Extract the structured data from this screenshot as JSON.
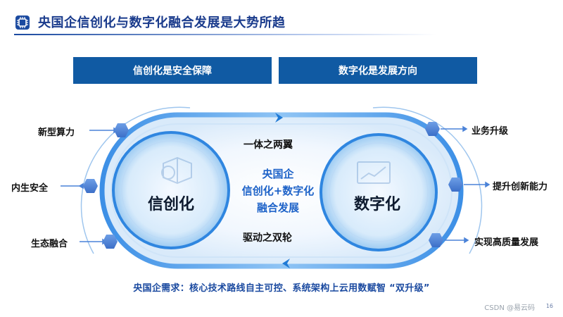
{
  "title": "央国企信创化与数字化融合发展是大势所趋",
  "header": {
    "left": "信创化是安全保障",
    "right": "数字化是发展方向"
  },
  "left_items": [
    "新型算力",
    "内生安全",
    "生态融合"
  ],
  "right_items": [
    "业务升级",
    "提升创新能力",
    "实现高质量发展"
  ],
  "left_circle": "信创化",
  "right_circle": "数字化",
  "top_middle": "一体之两翼",
  "bottom_middle": "驱动之双轮",
  "center": {
    "line1": "央国企",
    "line2": "信创化+数字化",
    "line3": "融合发展"
  },
  "bottom_text": "央国企需求：核心技术路线自主可控、系统架构上云用数赋智  “双升级”",
  "watermark": "CSDN @易云码",
  "page_number": "16",
  "colors": {
    "header_bg": "#105aa3",
    "title": "#1a3b8c",
    "accent_blue": "#1d62c8",
    "node_blue": "#4a82d8"
  }
}
